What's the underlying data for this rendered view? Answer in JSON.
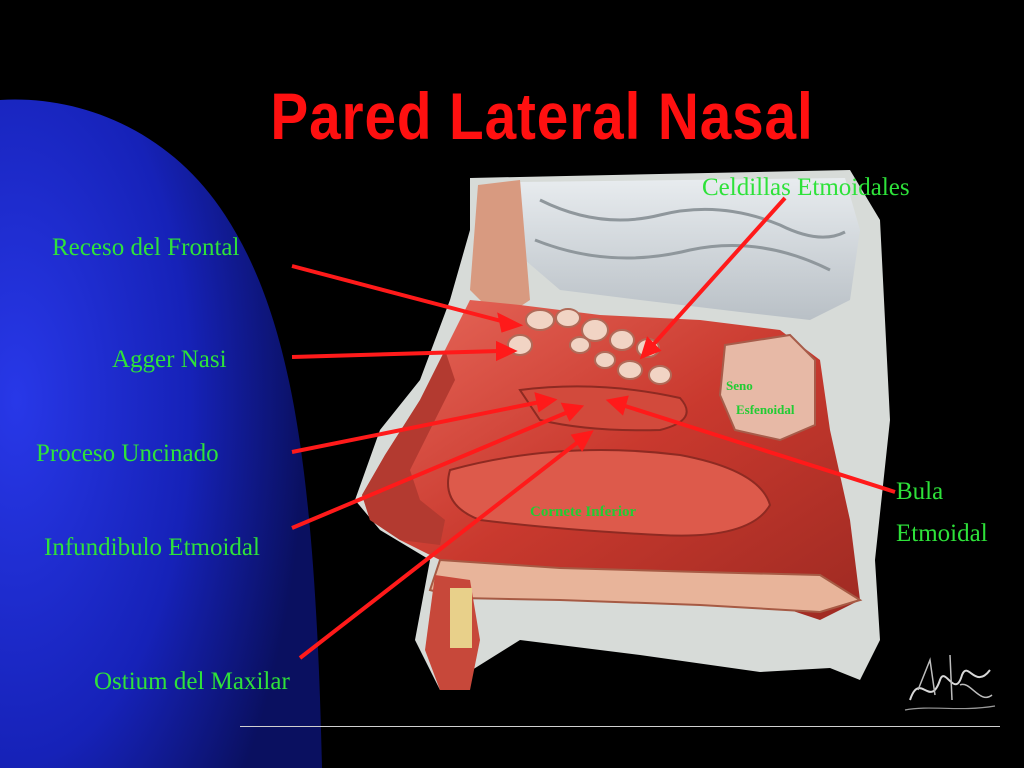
{
  "slide": {
    "title": "Pared Lateral Nasal",
    "colors": {
      "background": "#000000",
      "accent_blue": "#1a2bd6",
      "title": "#ff1010",
      "label": "#2ee23a",
      "pointer": "#ff1a1a"
    }
  },
  "labels": {
    "celdillas": "Celdillas Etmoidales",
    "receso": "Receso del Frontal",
    "agger": "Agger Nasi",
    "proceso": "Proceso Uncinado",
    "infundibulo": "Infundibulo Etmoidal",
    "ostium": "Ostium del Maxilar",
    "seno_line1": "Seno",
    "seno_line2": "Esfenoidal",
    "bula_line1": "Bula",
    "bula_line2": "Etmoidal",
    "cornete": "Cornete Inferior"
  }
}
